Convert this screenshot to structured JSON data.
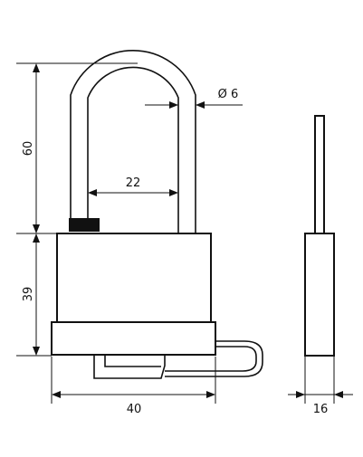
{
  "diagram": {
    "dimensions": {
      "shackle_height": "60",
      "body_height": "39",
      "shackle_inner_width": "22",
      "shackle_diameter": "Ø 6",
      "body_width": "40",
      "body_thickness": "16"
    }
  }
}
